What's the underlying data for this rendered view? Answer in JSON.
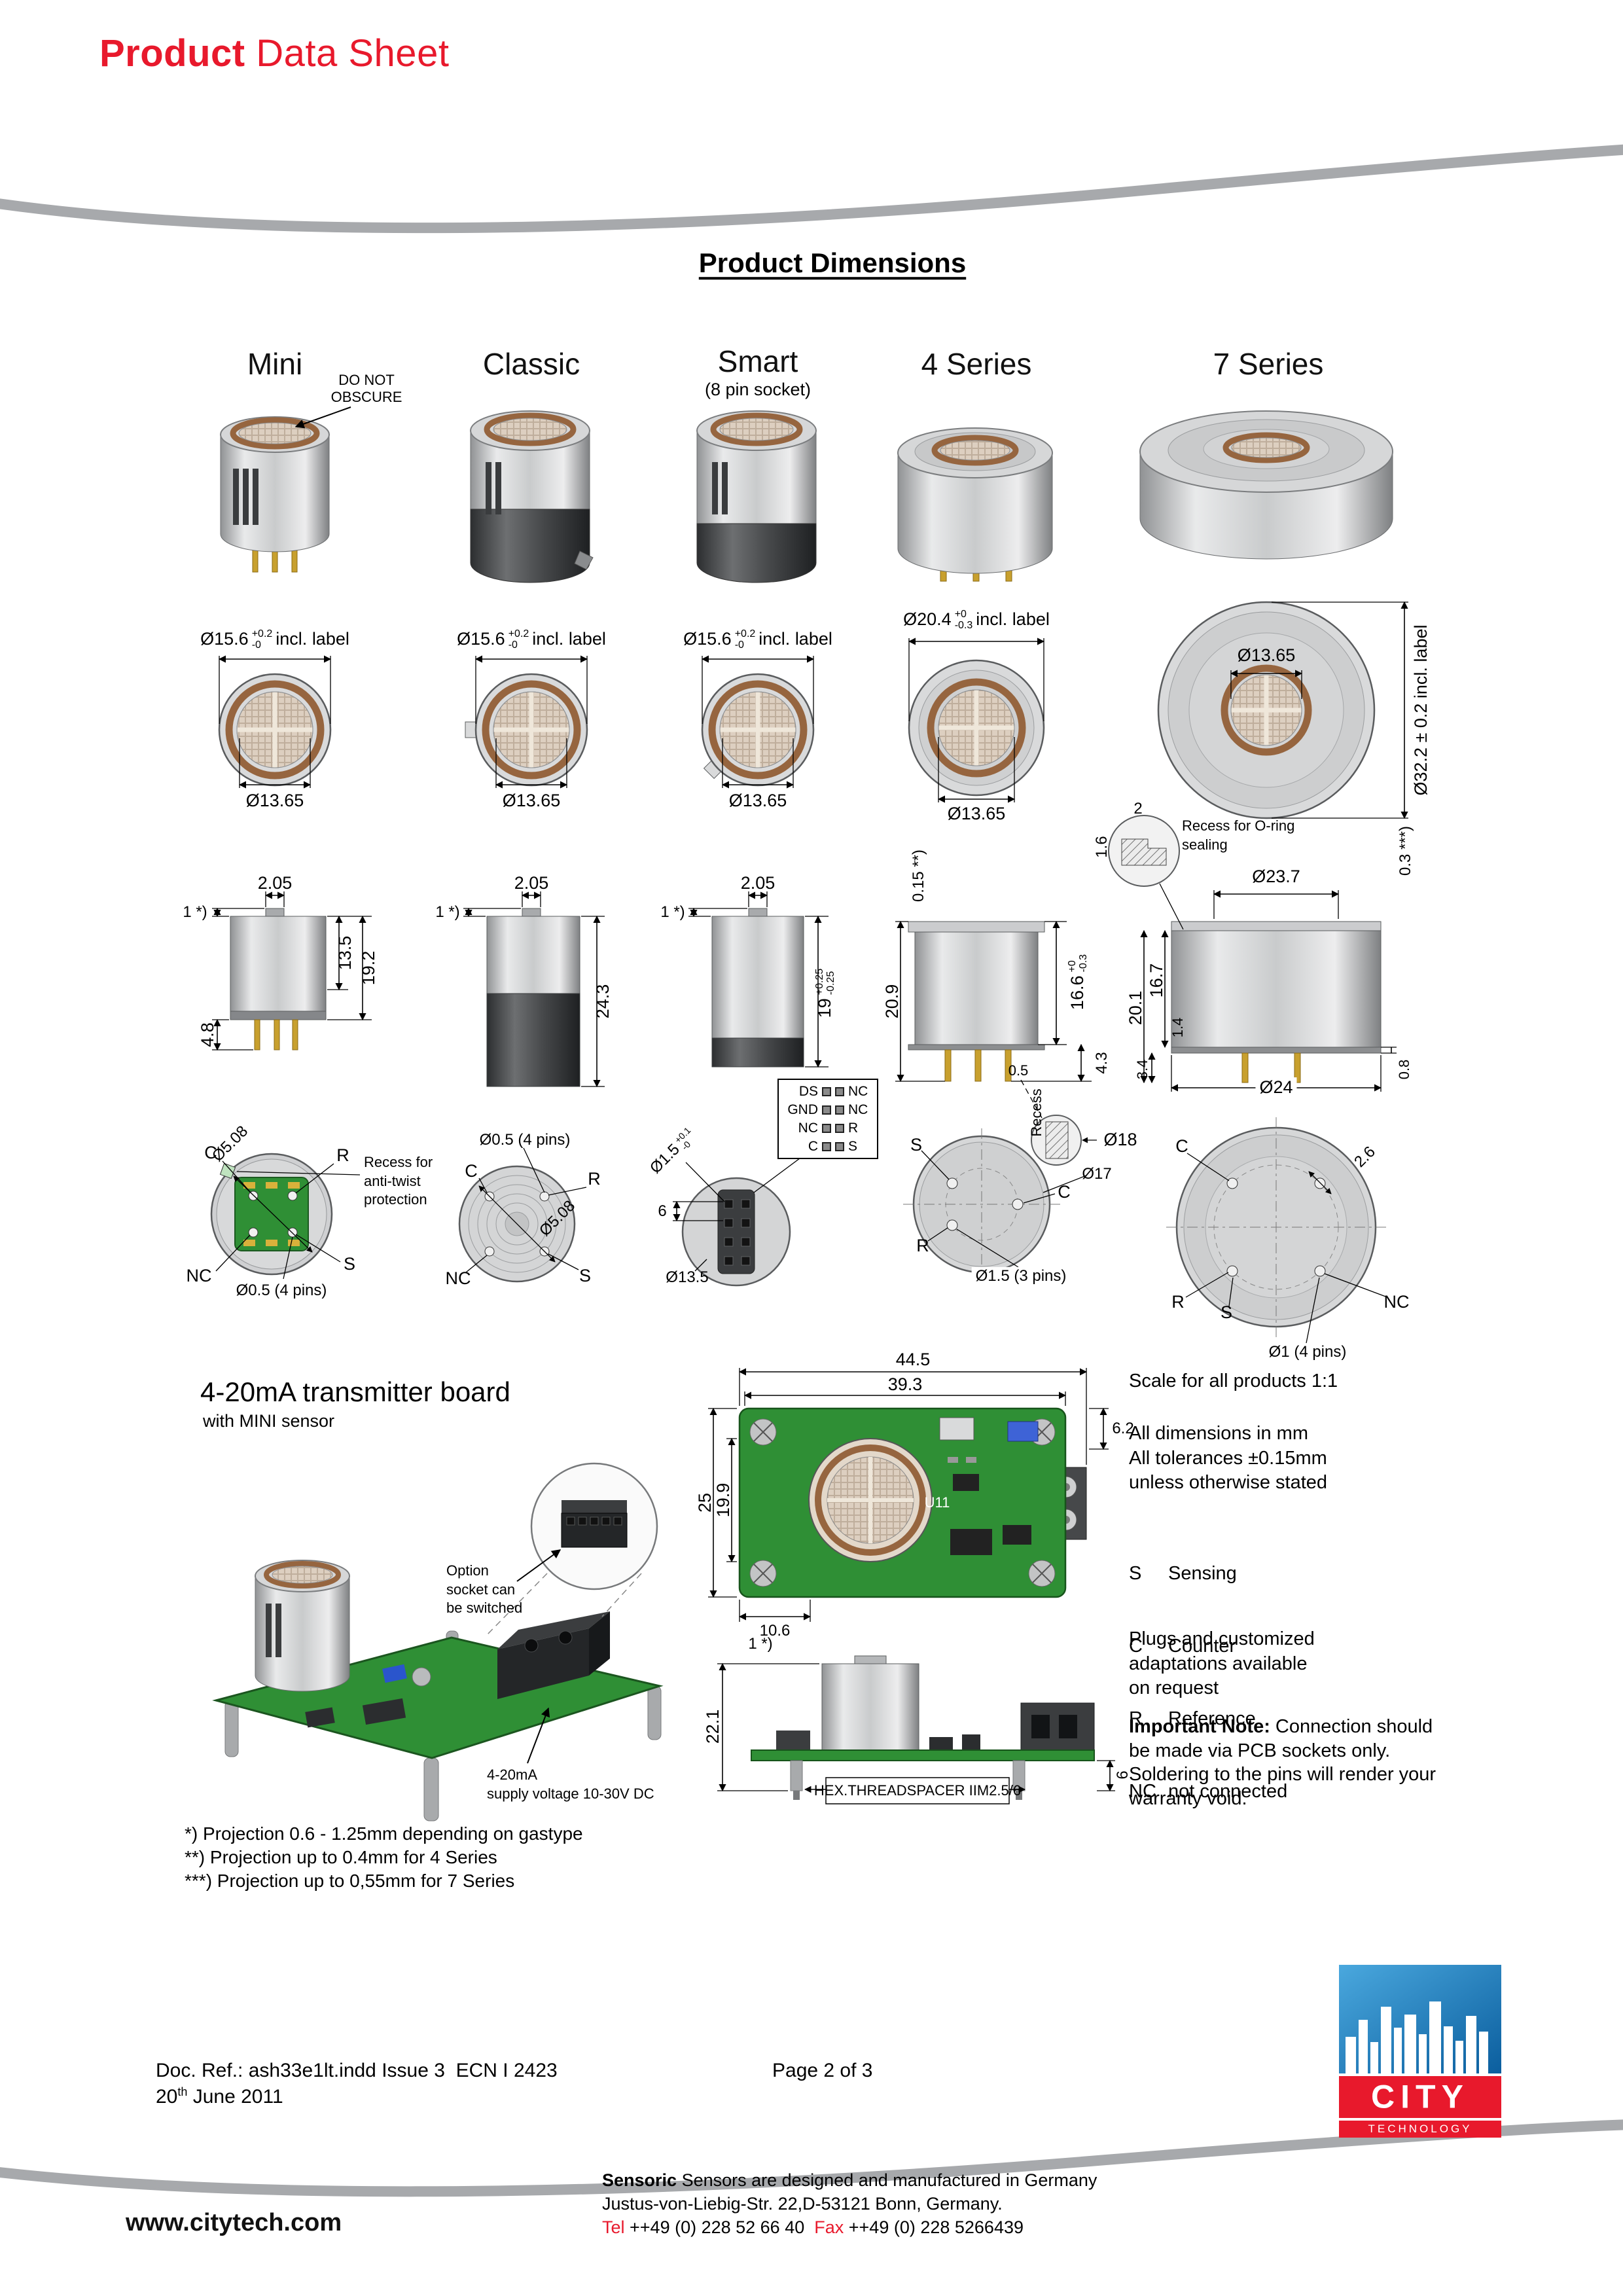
{
  "colors": {
    "accent": "#e8192c",
    "pcb_green": "#2f8f35",
    "logo_blue": "#1779be"
  },
  "header": {
    "brand_bold": "Product",
    "brand_rest": " Data Sheet"
  },
  "title": "Product Dimensions",
  "names": {
    "mini": "Mini",
    "classic": "Classic",
    "smart": "Smart",
    "smart_sub": "(8 pin socket)",
    "s4": "4 Series",
    "s7": "7 Series",
    "obscure": "DO NOT\nOBSCURE"
  },
  "pins": {
    "c": "C",
    "r": "R",
    "s": "S",
    "nc": "NC"
  },
  "mini": {
    "top_dia": "Ø15.6",
    "top_hi": "+0.2",
    "top_lo": "-0",
    "top_suffix": "incl. label",
    "top_inner": "Ø13.65",
    "cap_w": "2.05",
    "proj": "1 *)",
    "h_body": "13.5",
    "h_total": "19.2",
    "pin_len": "4.8",
    "pitch": "Ø5.08",
    "pin_dia": "Ø0.5 (4 pins)",
    "recess": "Recess for\nanti-twist\nprotection"
  },
  "classic": {
    "top_dia": "Ø15.6",
    "top_hi": "+0.2",
    "top_lo": "-0",
    "top_suffix": "incl. label",
    "top_inner": "Ø13.65",
    "cap_w": "2.05",
    "proj": "1 *)",
    "h_total": "24.3",
    "pin_dia": "Ø0.5 (4 pins)",
    "pitch": "Ø5.08"
  },
  "smart": {
    "top_dia": "Ø15.6",
    "top_hi": "+0.2",
    "top_lo": "-0",
    "top_suffix": "incl. label",
    "top_inner": "Ø13.65",
    "cap_w": "2.05",
    "proj": "1 *)",
    "h_total": "19",
    "h_hi": "+0.25",
    "h_lo": "-0.25",
    "sock_dia": "Ø1.5",
    "sock_hi": "+0.1",
    "sock_lo": "-0",
    "sock_pitch": "6",
    "sock_circle": "Ø13.5",
    "table": [
      [
        "DS",
        "NC"
      ],
      [
        "GND",
        "NC"
      ],
      [
        "NC",
        "R"
      ],
      [
        "C",
        "S"
      ]
    ]
  },
  "s4": {
    "top_dia": "Ø20.4",
    "top_hi": "+0",
    "top_lo": "-0.3",
    "top_suffix": "incl. label",
    "top_inner": "Ø13.65",
    "proj": "0.15 **)",
    "h_total": "20.9",
    "h_body": "16.6",
    "h_hi": "+0",
    "h_lo": "-0.3",
    "pin_len": "4.3",
    "recess_d": "0.5",
    "recess_w": "Recess",
    "pin_circle": "Ø18",
    "mount": "Ø17",
    "pin_dia": "Ø1.5 (3 pins)"
  },
  "s7": {
    "top_inner": "Ø13.65",
    "side_label": "Ø32.2 ± 0.2 incl. label",
    "recess_w": "2",
    "recess_d": "1.6",
    "recess_note": "Recess for O-ring\nsealing",
    "top_od": "Ø23.7",
    "proj": "0.3 ***)",
    "h_total": "20.1",
    "h_body": "16.7",
    "h_step": "1.4",
    "pin_len": "3.4",
    "bottom_od": "Ø24",
    "step2": "0.8",
    "pin_pitch": "2.6",
    "pin_dia": "Ø1 (4 pins)"
  },
  "board": {
    "title": "4-20mA transmitter board",
    "subtitle": "with MINI sensor",
    "option_note": "Option\nsocket can\nbe switched",
    "supply_note": "4-20mA\nsupply voltage 10-30V DC",
    "w1": "44.5",
    "w2": "39.3",
    "h1": "25",
    "h2": "19.9",
    "d1": "6.2",
    "d2": "10.6",
    "ref": "U11",
    "side_h": "22.1",
    "proj": "1 *)",
    "standoff": "6",
    "spacer": "HEX.THREADSPACER IIM2.5/6"
  },
  "notes": {
    "scale": "Scale for all products 1:1",
    "dims": "All dimensions in mm\nAll tolerances ±0.15mm\nunless otherwise stated",
    "legend": [
      [
        "S",
        "Sensing"
      ],
      [
        "C",
        "Counter"
      ],
      [
        "R",
        "Reference"
      ],
      [
        "NC",
        "not connected"
      ]
    ],
    "plugs": "Plugs and customized\nadaptations available\non request",
    "important_bold": "Important Note:",
    "important_rest": " Connection should be made via PCB sockets only. Soldering to the pins will render your warranty void."
  },
  "footnotes": [
    "*) Projection 0.6 - 1.25mm depending on gastype",
    "**) Projection up to 0.4mm for 4 Series",
    "***) Projection up to 0,55mm for 7 Series"
  ],
  "footer": {
    "doc_ref": "Doc. Ref.: ash33e1lt.indd Issue 3  ECN I 2423",
    "page": "Page 2 of 3",
    "date_day": "20",
    "date_sup": "th",
    "date_rest": " June 2011",
    "made_bold": "Sensoric",
    "made_rest": " Sensors are designed and manufactured in Germany",
    "address": "Justus-von-Liebig-Str. 22,D-53121 Bonn, Germany.",
    "tel_label": "Tel",
    "tel_value": " ++49 (0) 228 52 66 40  ",
    "fax_label": "Fax",
    "fax_value": " ++49 (0) 228 5266439",
    "website": "www.citytech.com",
    "logo_city": "CITY",
    "logo_tech": "TECHNOLOGY"
  }
}
